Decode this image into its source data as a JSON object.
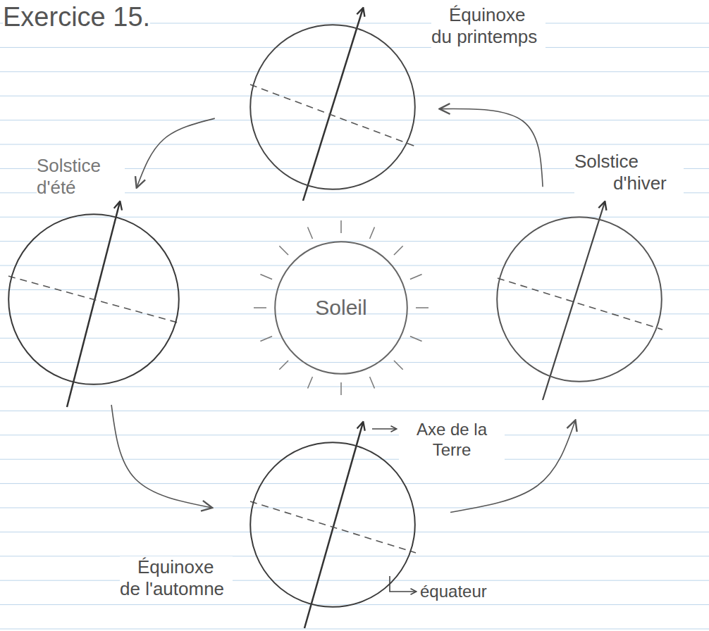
{
  "diagram": {
    "title": "Exercice 15.",
    "nodes": [
      {
        "text": [
          "Équinoxe du printemps"
        ]
      },
      {
        "text": [
          "Solstice d'été"
        ]
      },
      {
        "text": [
          "Soleil"
        ]
      },
      {
        "text": [
          "Solstice d'hiver"
        ]
      },
      {
        "text": [
          "Équinoxe de l'automne"
        ]
      }
    ],
    "edges": [
      {
        "from": 0,
        "to": 1,
        "arrow": "to"
      },
      {
        "from": 1,
        "to": 4,
        "arrow": "to"
      },
      {
        "from": 4,
        "to": 3,
        "arrow": "to"
      },
      {
        "from": 3,
        "to": 0,
        "arrow": "to"
      }
    ],
    "labels": [
      "Axe de la Terre",
      "équateur"
    ]
  }
}
